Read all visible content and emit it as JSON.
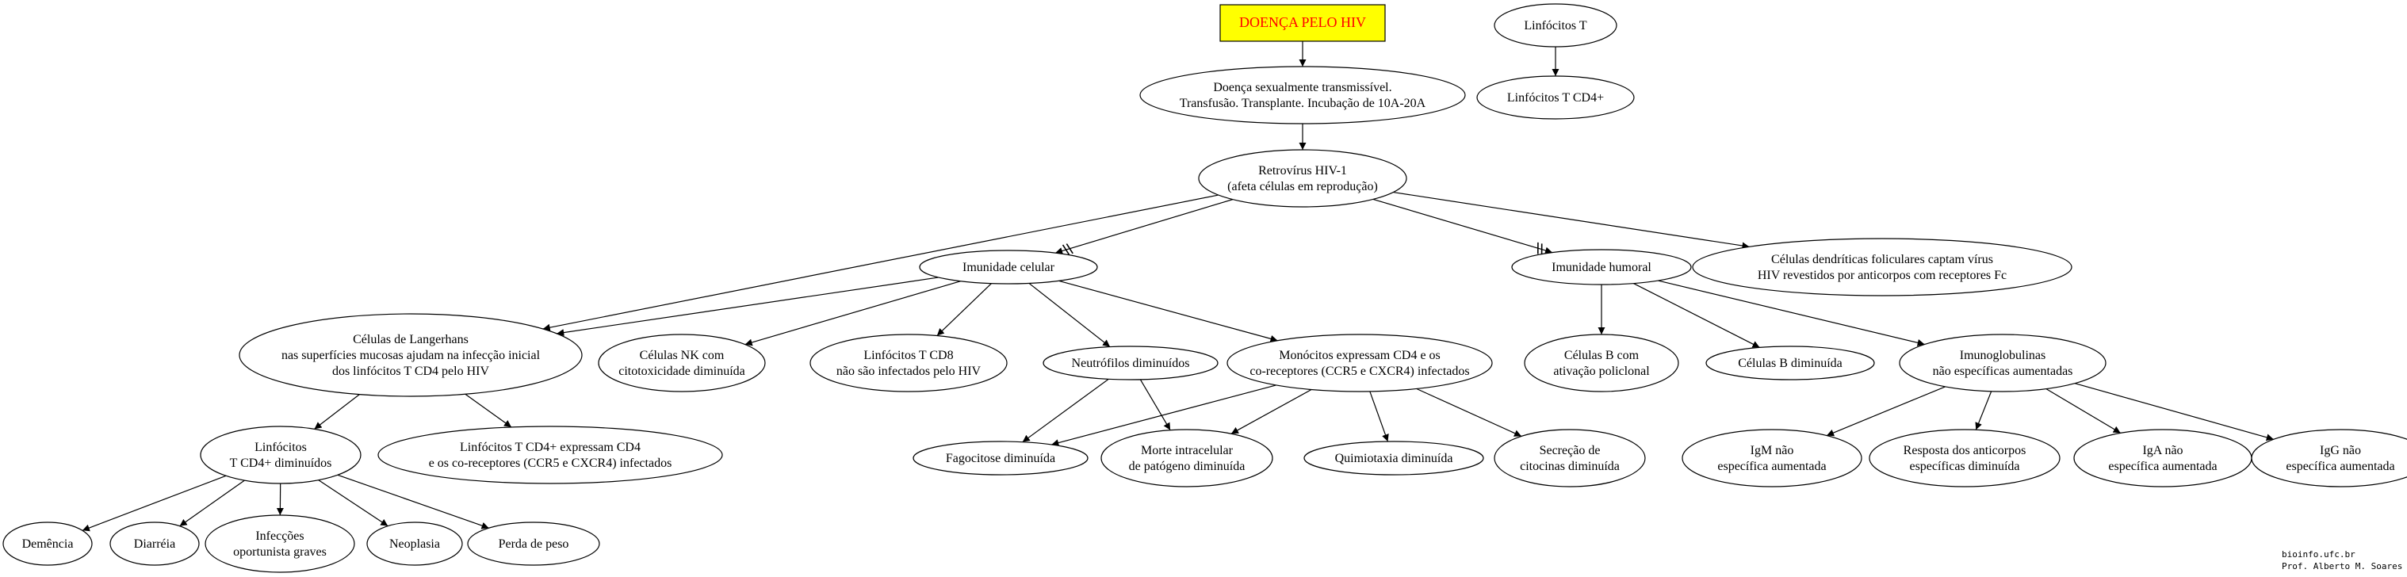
{
  "diagram": {
    "title": "DOENÇA PELO HIV",
    "title_box_fill": "#ffff00",
    "title_text_color": "#ff0000",
    "nodes": {
      "title": [
        "DOENÇA PELO HIV"
      ],
      "doenca": [
        "Doença sexualmente transmissível.",
        "Transfusão. Transplante. Incubação de 10A-20A"
      ],
      "retrovirus": [
        "Retrovírus HIV-1",
        "(afeta células em reprodução)"
      ],
      "linfT": [
        "Linfócitos T"
      ],
      "linfCD4": [
        "Linfócitos T CD4+"
      ],
      "imCel": [
        "Imunidade celular"
      ],
      "imHum": [
        "Imunidade humoral"
      ],
      "dendriticas": [
        "Células dendríticas foliculares captam vírus",
        "HIV revestidos por anticorpos com receptores Fc"
      ],
      "langerhans": [
        "Células de Langerhans",
        "nas superfícies mucosas ajudam na infecção inicial",
        "dos linfócitos T CD4 pelo HIV"
      ],
      "nk": [
        "Células NK com",
        "citotoxicidade diminuída"
      ],
      "cd8": [
        "Linfócitos T CD8",
        "não são infectados pelo HIV"
      ],
      "neutrofilos": [
        "Neutrófilos diminuídos"
      ],
      "monocitos": [
        "Monócitos expressam CD4 e os",
        "co-receptores (CCR5 e CXCR4) infectados"
      ],
      "cellsB": [
        "Células B com",
        "ativação policlonal"
      ],
      "cellsBdim": [
        "Células B diminuída"
      ],
      "imunoglob": [
        "Imunoglobulinas",
        "não específicas aumentadas"
      ],
      "cd4dim": [
        "Linfócitos",
        "T CD4+ diminuídos"
      ],
      "cd4exp": [
        "Linfócitos T CD4+ expressam CD4",
        "e os co-receptores (CCR5 e CXCR4) infectados"
      ],
      "fagocitose": [
        "Fagocitose diminuída"
      ],
      "morte": [
        "Morte intracelular",
        "de patógeno diminuída"
      ],
      "quimiotaxia": [
        "Quimiotaxia diminuída"
      ],
      "secrecao": [
        "Secreção de",
        "citocinas diminuída"
      ],
      "igm": [
        "IgM não",
        "específica aumentada"
      ],
      "resposta": [
        "Resposta dos anticorpos",
        "específicas diminuída"
      ],
      "iga": [
        "IgA não",
        "específica aumentada"
      ],
      "igg": [
        "IgG não",
        "específica aumentada"
      ],
      "demencia": [
        "Demência"
      ],
      "diarreia": [
        "Diarréia"
      ],
      "infeccoes": [
        "Infecções",
        "oportunista graves"
      ],
      "neoplasia": [
        "Neoplasia"
      ],
      "perda": [
        "Perda de peso"
      ]
    },
    "edges": [
      [
        "title",
        "doenca",
        ""
      ],
      [
        "doenca",
        "retrovirus",
        ""
      ],
      [
        "linfT",
        "linfCD4",
        ""
      ],
      [
        "retrovirus",
        "imCel",
        "#"
      ],
      [
        "retrovirus",
        "imHum",
        "#"
      ],
      [
        "retrovirus",
        "langerhans",
        ""
      ],
      [
        "retrovirus",
        "dendriticas",
        ""
      ],
      [
        "imCel",
        "langerhans",
        ""
      ],
      [
        "imCel",
        "nk",
        ""
      ],
      [
        "imCel",
        "cd8",
        ""
      ],
      [
        "imCel",
        "neutrofilos",
        ""
      ],
      [
        "imCel",
        "monocitos",
        ""
      ],
      [
        "imHum",
        "cellsB",
        ""
      ],
      [
        "imHum",
        "cellsBdim",
        ""
      ],
      [
        "imHum",
        "imunoglob",
        ""
      ],
      [
        "langerhans",
        "cd4dim",
        ""
      ],
      [
        "langerhans",
        "cd4exp",
        ""
      ],
      [
        "neutrofilos",
        "fagocitose",
        ""
      ],
      [
        "neutrofilos",
        "morte",
        ""
      ],
      [
        "monocitos",
        "fagocitose",
        ""
      ],
      [
        "monocitos",
        "morte",
        ""
      ],
      [
        "monocitos",
        "quimiotaxia",
        ""
      ],
      [
        "monocitos",
        "secrecao",
        ""
      ],
      [
        "imunoglob",
        "igm",
        ""
      ],
      [
        "imunoglob",
        "resposta",
        ""
      ],
      [
        "imunoglob",
        "iga",
        ""
      ],
      [
        "imunoglob",
        "igg",
        ""
      ],
      [
        "cd4dim",
        "demencia",
        ""
      ],
      [
        "cd4dim",
        "diarreia",
        ""
      ],
      [
        "cd4dim",
        "infeccoes",
        ""
      ],
      [
        "cd4dim",
        "neoplasia",
        ""
      ],
      [
        "cd4dim",
        "perda",
        ""
      ]
    ]
  },
  "credit": {
    "site": "bioinfo.ufc.br",
    "author": "Prof. Alberto M. Soares"
  }
}
